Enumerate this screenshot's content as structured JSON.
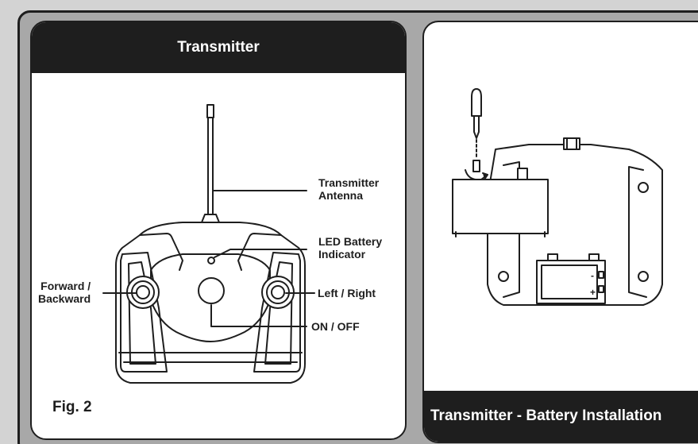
{
  "left_panel": {
    "title": "Transmitter",
    "figure_label": "Fig. 2",
    "callouts": {
      "antenna_line1": "Transmitter",
      "antenna_line2": "Antenna",
      "led_line1": "LED Battery",
      "led_line2": "Indicator",
      "forward_line1": "Forward /",
      "forward_line2": "Backward",
      "left_right": "Left / Right",
      "on_off": "ON / OFF"
    }
  },
  "right_panel": {
    "caption": "Transmitter - Battery Installation",
    "battery_minus": "-",
    "battery_plus": "+"
  }
}
